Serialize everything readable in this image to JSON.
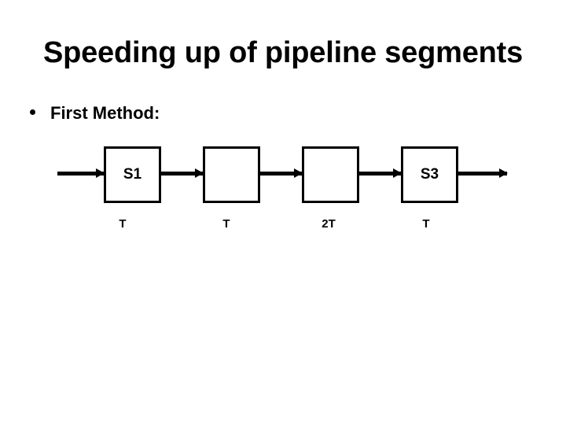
{
  "slide": {
    "title": "Speeding up of pipeline segments",
    "background_color": "#ffffff",
    "foreground_color": "#000000",
    "bullets": [
      {
        "marker": "bullet-dot",
        "text": "First Method:"
      }
    ]
  },
  "diagram": {
    "name": "pipeline-segment-diagram",
    "stages": [
      {
        "box_label": "S1",
        "time_label": "T"
      },
      {
        "box_label": "",
        "time_label": "T"
      },
      {
        "box_label": "",
        "time_label": "2T"
      },
      {
        "box_label": "S3",
        "time_label": "T"
      }
    ],
    "arrows": [
      {
        "name": "input-arrow"
      },
      {
        "name": "connector-arrow-1"
      },
      {
        "name": "connector-arrow-2"
      },
      {
        "name": "connector-arrow-3"
      },
      {
        "name": "output-arrow"
      }
    ]
  }
}
